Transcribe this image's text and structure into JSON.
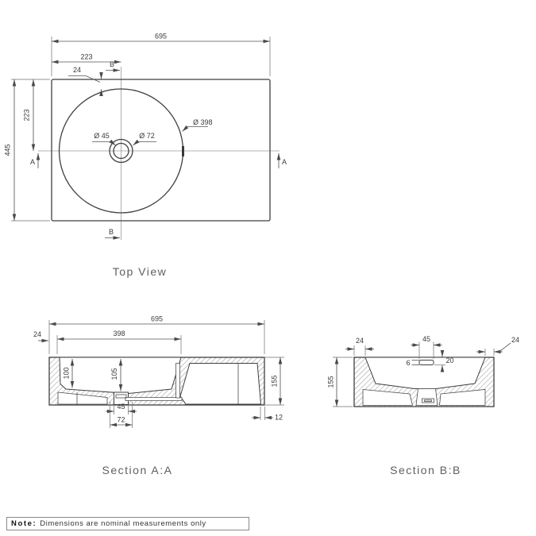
{
  "drawing": {
    "top_view": {
      "label": "Top View",
      "dim_width": "695",
      "dim_center_offset_x": "223",
      "dim_rim_to_bowl": "24",
      "dim_center_offset_y": "223",
      "dim_depth": "445",
      "dia_bowl": "Ø 398",
      "dia_drain": "Ø 45",
      "dia_waste": "Ø 72",
      "marker_a": "A",
      "marker_b": "B"
    },
    "section_aa": {
      "label": "Section A:A",
      "dim_width": "695",
      "dim_bowl_width": "398",
      "dim_wall": "24",
      "dim_bowl_depth_left": "100",
      "dim_bowl_depth_center": "105",
      "dim_height": "155",
      "dim_drain_width": "45",
      "dim_waste_width": "72",
      "dim_base_wall": "12"
    },
    "section_bb": {
      "label": "Section B:B",
      "dim_wall_left": "24",
      "dim_wall_right": "24",
      "dim_overflow_width": "45",
      "dim_overflow_height": "6",
      "dim_overflow_depth": "20",
      "dim_height": "155"
    },
    "note": {
      "label": "Note:",
      "text": "Dimensions are nominal measurements only"
    }
  }
}
